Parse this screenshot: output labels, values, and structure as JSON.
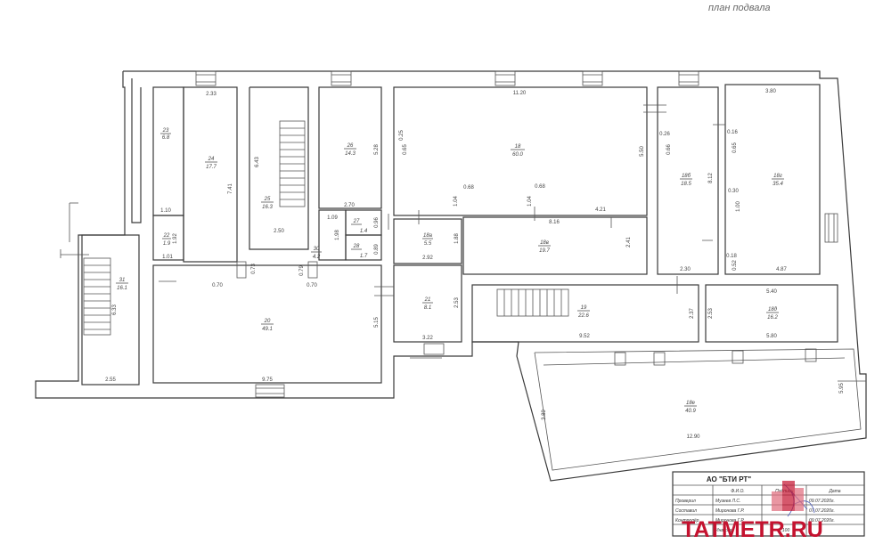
{
  "plan_title": "план подвала",
  "rooms": [
    {
      "id": "r23",
      "number": "23",
      "area": "6.8"
    },
    {
      "id": "r24",
      "number": "24",
      "area": "17.7"
    },
    {
      "id": "r25",
      "number": "25",
      "area": "16.3"
    },
    {
      "id": "r26",
      "number": "26",
      "area": "14.3"
    },
    {
      "id": "r18",
      "number": "18",
      "area": "60.0"
    },
    {
      "id": "r18b",
      "number": "18б",
      "area": "18.5"
    },
    {
      "id": "r18g",
      "number": "18г",
      "area": "35.4"
    },
    {
      "id": "r22",
      "number": "22",
      "area": "1.9"
    },
    {
      "id": "r27",
      "number": "27",
      "area": "1.4"
    },
    {
      "id": "r28",
      "number": "28",
      "area": "1.7"
    },
    {
      "id": "r30",
      "number": "30",
      "area": "4.2"
    },
    {
      "id": "r18a",
      "number": "18а",
      "area": "5.5"
    },
    {
      "id": "r18v",
      "number": "18в",
      "area": "19.7"
    },
    {
      "id": "r31",
      "number": "31",
      "area": "16.1"
    },
    {
      "id": "r20",
      "number": "20",
      "area": "49.1"
    },
    {
      "id": "r21",
      "number": "21",
      "area": "8.1"
    },
    {
      "id": "r19",
      "number": "19",
      "area": "22.6"
    },
    {
      "id": "r18d",
      "number": "18д",
      "area": "16.2"
    },
    {
      "id": "r18e",
      "number": "18е",
      "area": "40.9"
    }
  ],
  "dimensions": [
    {
      "id": "d01",
      "value": "2.33"
    },
    {
      "id": "d02",
      "value": "11.20"
    },
    {
      "id": "d03",
      "value": "3.80"
    },
    {
      "id": "d04",
      "value": "6.43"
    },
    {
      "id": "d05",
      "value": "7.41"
    },
    {
      "id": "d06",
      "value": "5.28"
    },
    {
      "id": "d07",
      "value": "0.25"
    },
    {
      "id": "d08",
      "value": "0.65"
    },
    {
      "id": "d09",
      "value": "5.50"
    },
    {
      "id": "d10",
      "value": "0.26"
    },
    {
      "id": "d11",
      "value": "0.66"
    },
    {
      "id": "d12",
      "value": "8.12"
    },
    {
      "id": "d13",
      "value": "0.16"
    },
    {
      "id": "d14",
      "value": "0.65"
    },
    {
      "id": "d15",
      "value": "0.30"
    },
    {
      "id": "d16",
      "value": "1.00"
    },
    {
      "id": "d17",
      "value": "0.68"
    },
    {
      "id": "d18",
      "value": "0.68"
    },
    {
      "id": "d19",
      "value": "1.04"
    },
    {
      "id": "d20",
      "value": "1.04"
    },
    {
      "id": "d21",
      "value": "2.70"
    },
    {
      "id": "d22",
      "value": "1.10"
    },
    {
      "id": "d23",
      "value": "1.09"
    },
    {
      "id": "d24",
      "value": "0.96"
    },
    {
      "id": "d25",
      "value": "8.16"
    },
    {
      "id": "d26",
      "value": "4.21"
    },
    {
      "id": "d27",
      "value": "1.98"
    },
    {
      "id": "d28",
      "value": "2.50"
    },
    {
      "id": "d29",
      "value": "1.92"
    },
    {
      "id": "d30",
      "value": "1.88"
    },
    {
      "id": "d31",
      "value": "2.41"
    },
    {
      "id": "d32",
      "value": "0.89"
    },
    {
      "id": "d33",
      "value": "0.18"
    },
    {
      "id": "d34",
      "value": "1.01"
    },
    {
      "id": "d35",
      "value": "0.73"
    },
    {
      "id": "d36",
      "value": "0.79"
    },
    {
      "id": "d37",
      "value": "2.92"
    },
    {
      "id": "d38",
      "value": "2.30"
    },
    {
      "id": "d39",
      "value": "0.52"
    },
    {
      "id": "d40",
      "value": "4.87"
    },
    {
      "id": "d41",
      "value": "0.70"
    },
    {
      "id": "d42",
      "value": "0.70"
    },
    {
      "id": "d43",
      "value": "5.40"
    },
    {
      "id": "d44",
      "value": "6.33"
    },
    {
      "id": "d45",
      "value": "2.53"
    },
    {
      "id": "d46",
      "value": "2.37"
    },
    {
      "id": "d47",
      "value": "2.53"
    },
    {
      "id": "d48",
      "value": "5.15"
    },
    {
      "id": "d49",
      "value": "3.22"
    },
    {
      "id": "d50",
      "value": "9.52"
    },
    {
      "id": "d51",
      "value": "5.80"
    },
    {
      "id": "d52",
      "value": "2.55"
    },
    {
      "id": "d53",
      "value": "9.75"
    },
    {
      "id": "d54",
      "value": "5.95"
    },
    {
      "id": "d55",
      "value": "3.89"
    },
    {
      "id": "d56",
      "value": "12.90"
    }
  ],
  "stamp": {
    "org": "АО \"БТИ РТ\"",
    "col_name": "Ф.И.О.",
    "col_sign": "Подпись",
    "col_date": "Дата",
    "rows": [
      {
        "role": "Проверил",
        "name": "Музеев Л.С.",
        "date": "09.07.2020г."
      },
      {
        "role": "Составил",
        "name": "Миронова Г.Р.",
        "date": "07.07.2020г."
      },
      {
        "role": "Контролёр",
        "name": "Миронова Г.Р.",
        "date": "09.07.2020г."
      }
    ],
    "bottom_left": "Инв.стр.",
    "bottom_mid": "1:100"
  },
  "watermark": "TATMETR.RU",
  "colors": {
    "walls": "#3a3a3a",
    "watermark": "#c4122f",
    "logo": "#c4122f"
  }
}
